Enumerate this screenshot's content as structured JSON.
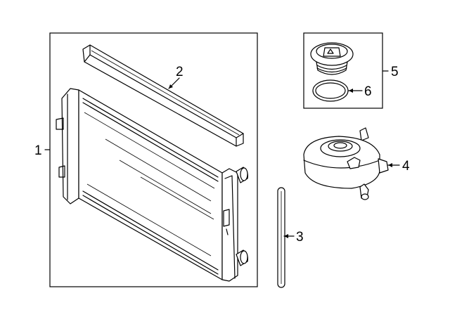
{
  "diagram": {
    "parts": [
      {
        "id": "1",
        "label": "1",
        "part": "radiator"
      },
      {
        "id": "2",
        "label": "2",
        "part": "radiator-seal-strip"
      },
      {
        "id": "3",
        "label": "3",
        "part": "side-seal"
      },
      {
        "id": "4",
        "label": "4",
        "part": "coolant-reservoir"
      },
      {
        "id": "5",
        "label": "5",
        "part": "reservoir-cap-assembly"
      },
      {
        "id": "6",
        "label": "6",
        "part": "cap-o-ring"
      }
    ],
    "colors": {
      "line": "#000000",
      "background": "#ffffff"
    }
  }
}
